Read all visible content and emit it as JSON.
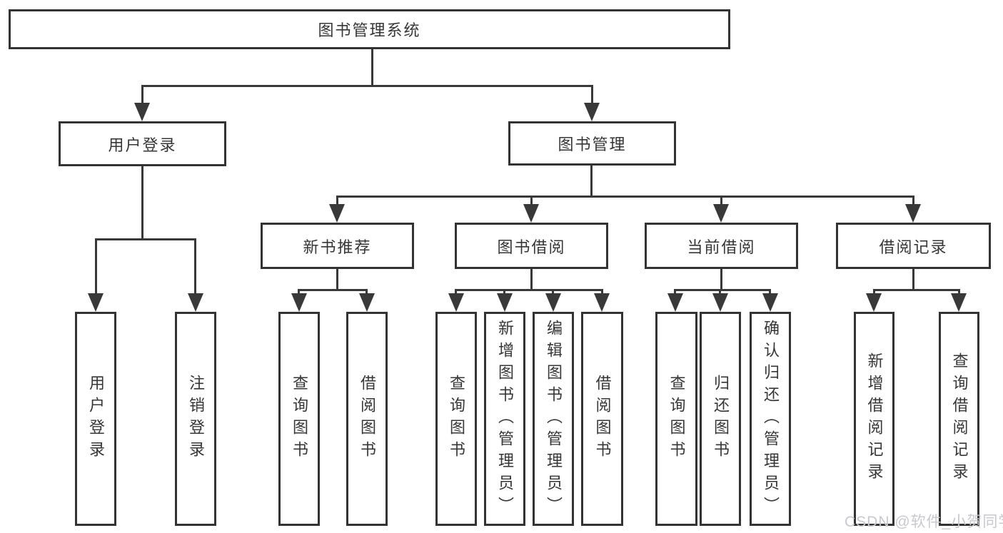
{
  "diagram": {
    "nodes": {
      "root": "图书管理系统",
      "user_login": "用户登录",
      "book_mgmt": "图书管理",
      "new_book_rec": "新书推荐",
      "book_borrow": "图书借阅",
      "current_borrow": "当前借阅",
      "borrow_record": "借阅记录",
      "ul_user_login": "用户登录",
      "ul_logout": "注销登录",
      "nbr_query_book": "查询图书",
      "nbr_borrow_book": "借阅图书",
      "bb_query_book": "查询图书",
      "bb_add_book": "新增图书（管理员）",
      "bb_edit_book": "编辑图书（管理员）",
      "bb_borrow_book": "借阅图书",
      "cb_query_book": "查询图书",
      "cb_return_book": "归还图书",
      "cb_confirm_return": "确认归还（管理员）",
      "br_add_record": "新增借阅记录",
      "br_query_record": "查询借阅记录"
    },
    "watermark": "CSDN @软件_小贺同学",
    "colors": {
      "line": "#393939",
      "border": "#333333",
      "text": "#363636",
      "watermark": "#c9c9ce",
      "background": "#ffffff"
    }
  }
}
